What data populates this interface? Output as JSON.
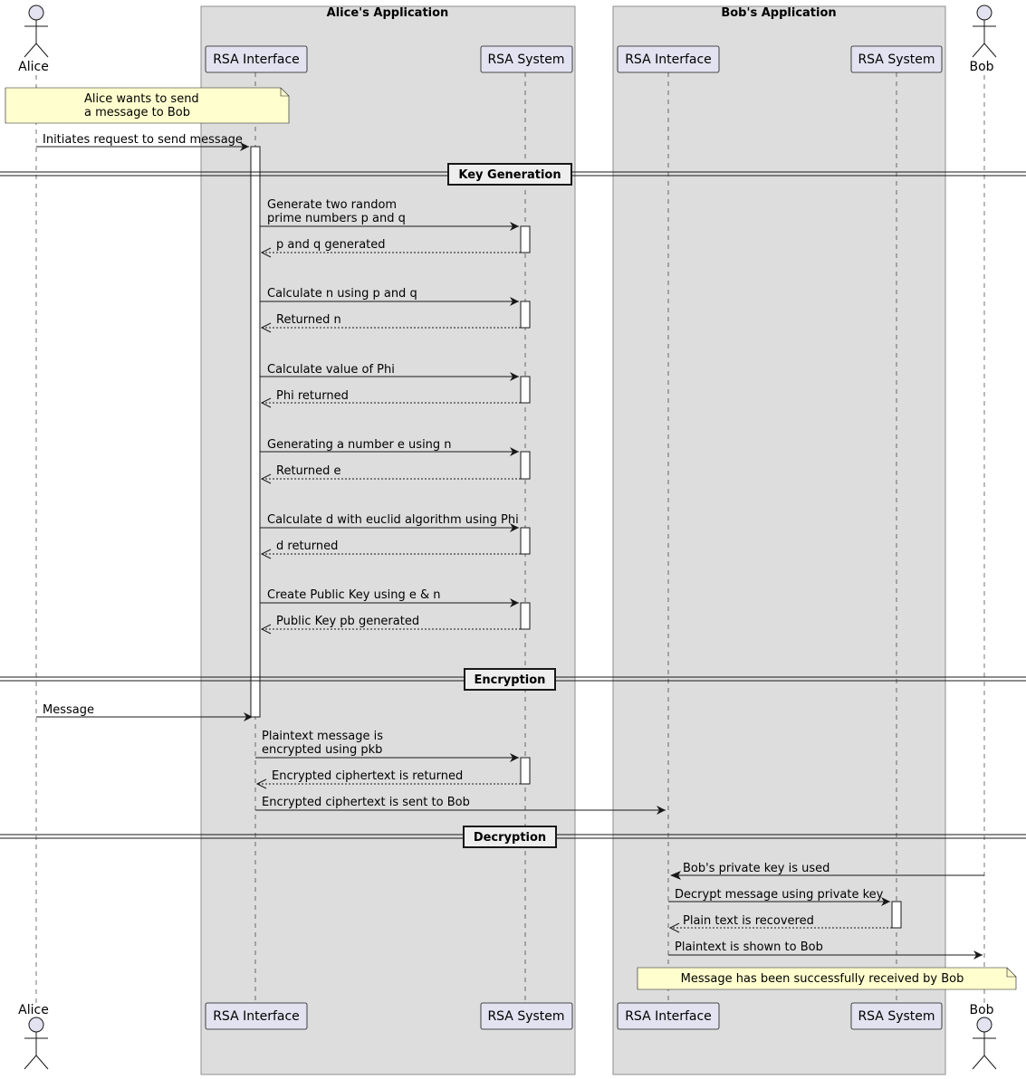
{
  "boxes": [
    {
      "title": "Alice's Application"
    },
    {
      "title": "Bob's Application"
    }
  ],
  "actors": {
    "alice": {
      "name": "Alice"
    },
    "bob": {
      "name": "Bob"
    }
  },
  "participants": {
    "alice_rsa_interface": "RSA Interface",
    "alice_rsa_system": "RSA System",
    "bob_rsa_interface": "RSA Interface",
    "bob_rsa_system": "RSA System"
  },
  "notes": {
    "intro": [
      "Alice wants to send",
      "a message to Bob"
    ],
    "final": [
      "Message has been successfully received by Bob"
    ]
  },
  "dividers": {
    "key_generation": "Key Generation",
    "encryption": "Encryption",
    "decryption": "Decryption"
  },
  "messages": {
    "initiate": [
      "Initiates request to send message"
    ],
    "gen_primes": [
      "Generate two random",
      "prime numbers p and q"
    ],
    "primes_generated": [
      "p and q generated"
    ],
    "calc_n": [
      "Calculate n using p and q"
    ],
    "returned_n": [
      "Returned n"
    ],
    "calc_phi": [
      "Calculate value of Phi"
    ],
    "phi_returned": [
      "Phi returned"
    ],
    "gen_e": [
      "Generating a number e using n"
    ],
    "returned_e": [
      "Returned e"
    ],
    "calc_d": [
      "Calculate d with euclid algorithm using Phi"
    ],
    "d_returned": [
      "d returned"
    ],
    "create_pk": [
      "Create Public Key using e & n"
    ],
    "pk_generated": [
      "Public Key pb generated"
    ],
    "message": [
      "Message"
    ],
    "encrypt": [
      "Plaintext message is",
      "encrypted using pkb"
    ],
    "cipher_returned": [
      "Encrypted ciphertext is returned"
    ],
    "cipher_sent": [
      "Encrypted ciphertext is sent to Bob"
    ],
    "private_key_used": [
      "Bob's private key is used"
    ],
    "decrypt": [
      "Decrypt message using private key"
    ],
    "plain_recovered": [
      "Plain text is recovered"
    ],
    "plain_shown": [
      "Plaintext is shown to Bob"
    ]
  }
}
